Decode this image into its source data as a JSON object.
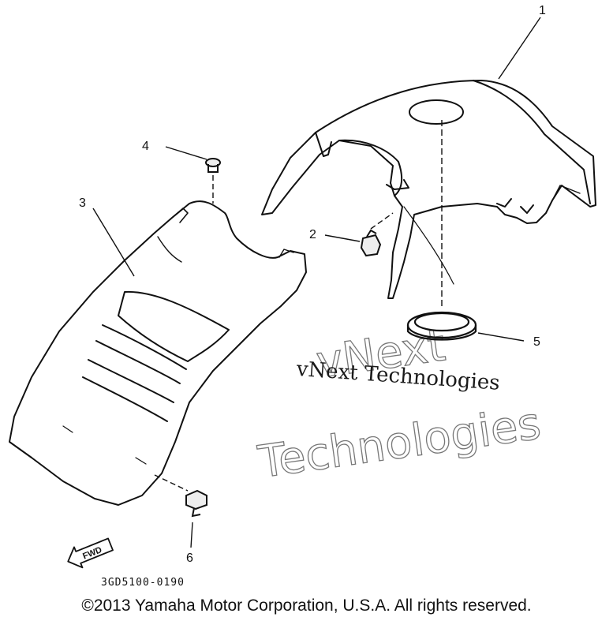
{
  "diagram": {
    "callouts": [
      "1",
      "2",
      "3",
      "4",
      "5",
      "6"
    ],
    "part_code": "3GD5100-0190",
    "fwd_label": "FWD"
  },
  "watermark": {
    "line1": "vNext Technologies",
    "line2_top": "vNext",
    "line2_bottom": "Technologies"
  },
  "footer": {
    "copyright": "©2013 Yamaha Motor Corporation, U.S.A. All rights reserved."
  }
}
